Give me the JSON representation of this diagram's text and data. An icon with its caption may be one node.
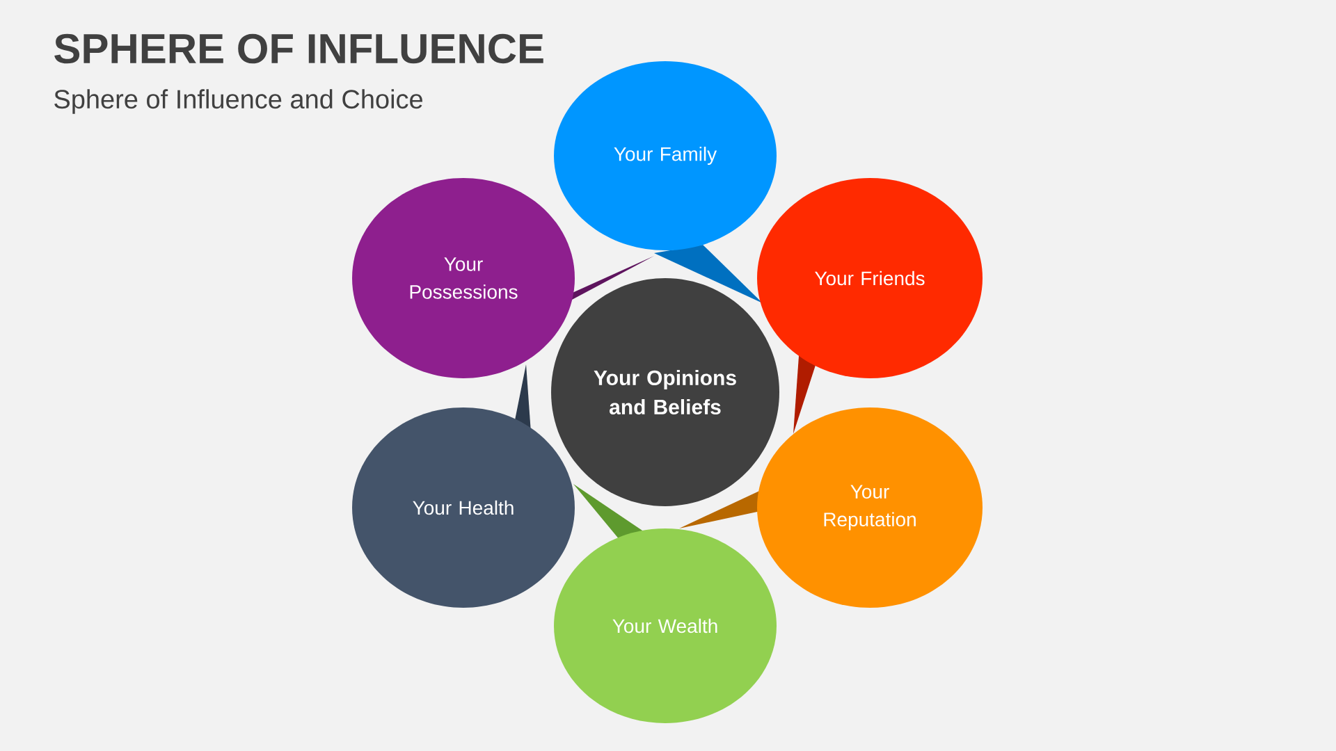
{
  "diagram": {
    "title": "SPHERE OF INFLUENCE",
    "nodes": [
      {
        "text": [
          "Your Opinions and Beliefs"
        ]
      },
      {
        "text": [
          "Your Family"
        ]
      },
      {
        "text": [
          "Your Friends"
        ]
      },
      {
        "text": [
          "Your Reputation"
        ]
      },
      {
        "text": [
          "Your Wealth"
        ]
      },
      {
        "text": [
          "Your Health"
        ]
      },
      {
        "text": [
          "Your Possessions"
        ]
      }
    ],
    "labels": [
      "Sphere of Influence and Choice"
    ]
  }
}
